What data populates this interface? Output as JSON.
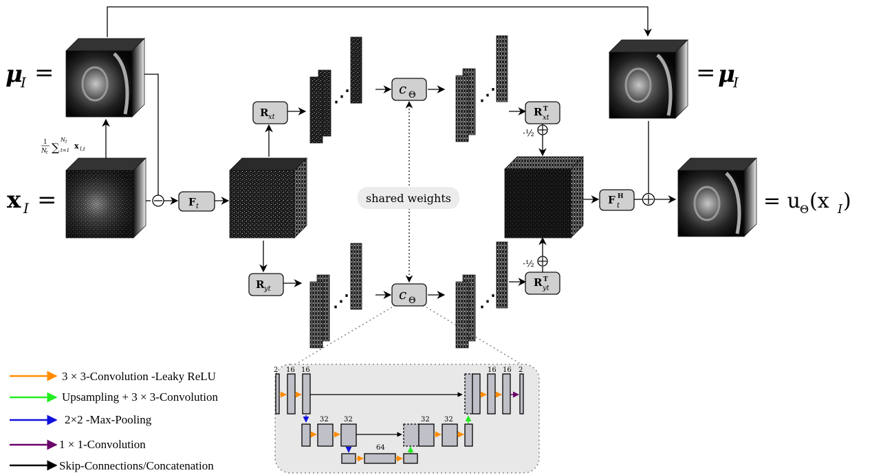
{
  "equations": {
    "mu_left": "μ",
    "mu_left_sub": "I",
    "mu_left_eq": "=",
    "mu_right_eq": "=",
    "mu_right": "μ",
    "mu_right_sub": "I",
    "x_left": "x",
    "x_left_sub": "I",
    "x_left_eq": "=",
    "output_eq": "= u",
    "output_theta": "Θ",
    "output_arg": "(x",
    "output_arg_sub": "I",
    "output_close": ")",
    "mean_formula": "1/N_t ∑ x_{I,t}",
    "mean_formula_parts": {
      "frac": "1",
      "den": "N",
      "den_sub": "t",
      "sum": "∑",
      "top": "N",
      "top_sub": "t",
      "bottom": "t=1",
      "x": "x",
      "x_sub": "I,t"
    }
  },
  "operators": {
    "Ft": {
      "main": "F",
      "sub": "t"
    },
    "FtH": {
      "main": "F",
      "sup": "H",
      "sub": "t"
    },
    "Rxt": {
      "main": "R",
      "sub": "xt"
    },
    "Ryt": {
      "main": "R",
      "sub": "yt"
    },
    "RxtT": {
      "main": "R",
      "sup": "T",
      "sub": "xt"
    },
    "RytT": {
      "main": "R",
      "sup": "T",
      "sub": "yt"
    },
    "c_top": {
      "main": "c",
      "sub": "Θ"
    },
    "c_bottom": {
      "main": "c",
      "sub": "Θ"
    }
  },
  "shared_weights": "shared weights",
  "half_top": "·½",
  "half_bottom": "·½",
  "ellipsis": "⋰",
  "legend": [
    {
      "label": "3 × 3-Convolution -Leaky ReLU",
      "color": "#ff8c00"
    },
    {
      "label": "Upsampling + 3 × 3-Convolution",
      "color": "#22ee22"
    },
    {
      "label": "2×2 -Max-Pooling",
      "color": "#1010dd"
    },
    {
      "label": "1 × 1-Convolution",
      "color": "#6a006a"
    },
    {
      "label": "Skip-Connections/Concatenation",
      "color": "#000000"
    }
  ],
  "unet": {
    "top_left": [
      "2",
      "16",
      "16"
    ],
    "top_right": [
      "16",
      "16",
      "2"
    ],
    "mid_left": [
      "32",
      "32"
    ],
    "mid_right": [
      "32",
      "32"
    ],
    "bottom": [
      "64"
    ]
  }
}
